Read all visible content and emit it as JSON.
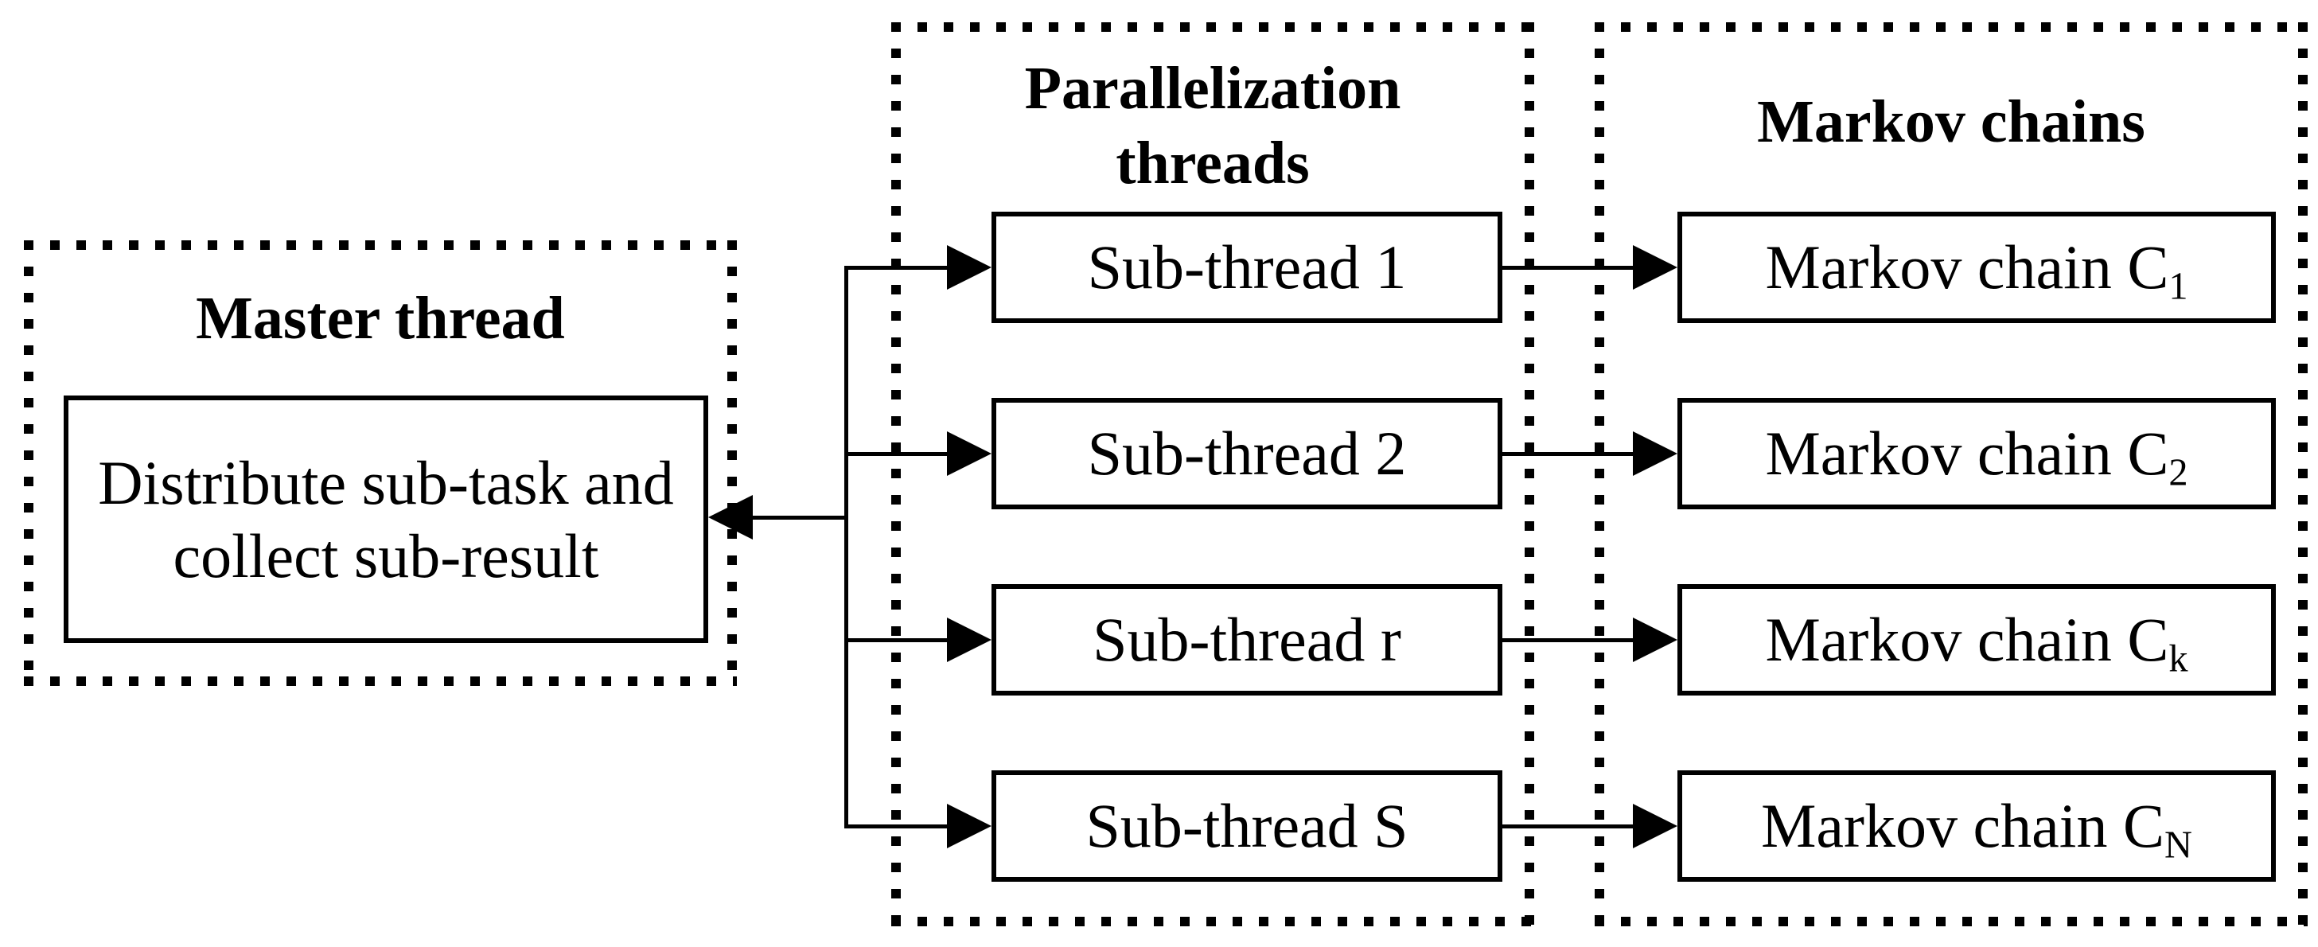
{
  "colors": {
    "ink": "#000000",
    "background": "#ffffff"
  },
  "master": {
    "title": "Master thread",
    "task_line1": "Distribute sub-task and",
    "task_line2": "collect sub-result"
  },
  "parallelization": {
    "title_line1": "Parallelization",
    "title_line2": "threads",
    "threads": [
      {
        "label": "Sub-thread 1"
      },
      {
        "label": "Sub-thread 2"
      },
      {
        "label": "Sub-thread r"
      },
      {
        "label": "Sub-thread S"
      }
    ]
  },
  "markov": {
    "title": "Markov chains",
    "chains": [
      {
        "base": "Markov chain C",
        "sub": "1"
      },
      {
        "base": "Markov chain C",
        "sub": "2"
      },
      {
        "base": "Markov chain C",
        "sub": "k"
      },
      {
        "base": "Markov chain C",
        "sub": "N"
      }
    ]
  }
}
